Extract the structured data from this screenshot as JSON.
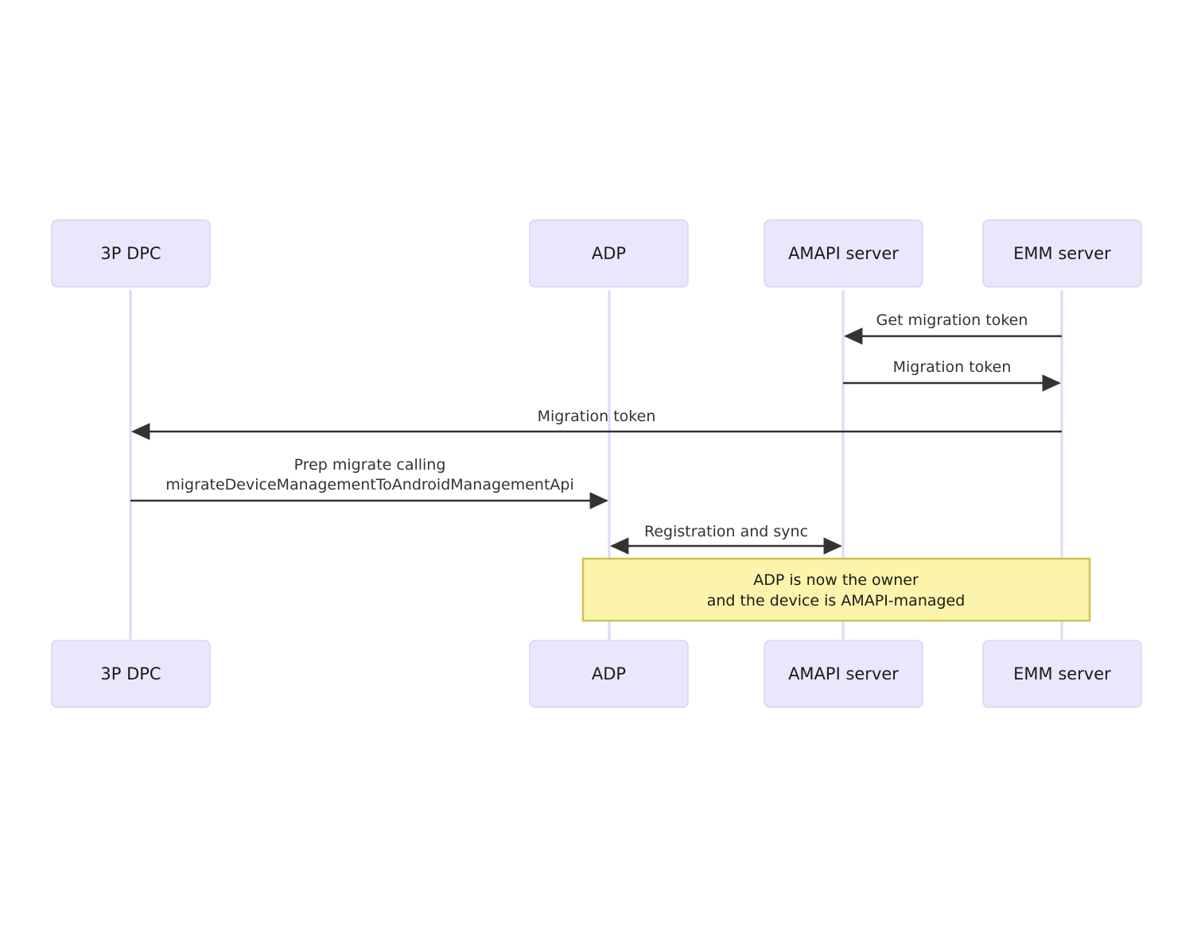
{
  "diagram": {
    "type": "sequence-diagram",
    "background_color": "#ffffff",
    "participant_fill": "#e9e7fb",
    "participant_stroke": "#d9d4f2",
    "lifeline_color": "#ded9f5",
    "message_color": "#333333",
    "note_fill": "#fdf4ab",
    "note_stroke": "#ccc34f",
    "participants": [
      {
        "id": "dpc",
        "label": "3P DPC"
      },
      {
        "id": "adp",
        "label": "ADP"
      },
      {
        "id": "amapi",
        "label": "AMAPI server"
      },
      {
        "id": "emm",
        "label": "EMM server"
      }
    ],
    "participants_bottom": [
      {
        "id": "dpc",
        "label": "3P DPC"
      },
      {
        "id": "adp",
        "label": "ADP"
      },
      {
        "id": "amapi",
        "label": "AMAPI server"
      },
      {
        "id": "emm",
        "label": "EMM server"
      }
    ],
    "messages": [
      {
        "id": "msg-get-migration-token",
        "from": "emm",
        "to": "amapi",
        "direction": "right-to-left",
        "lines": [
          "Get migration token"
        ]
      },
      {
        "id": "msg-migration-token-amapi-emm",
        "from": "amapi",
        "to": "emm",
        "direction": "left-to-right",
        "lines": [
          "Migration token"
        ]
      },
      {
        "id": "msg-migration-token-emm-dpc",
        "from": "emm",
        "to": "dpc",
        "direction": "right-to-left",
        "lines": [
          "Migration token"
        ]
      },
      {
        "id": "msg-prep-migrate",
        "from": "dpc",
        "to": "adp",
        "direction": "left-to-right",
        "lines": [
          "Prep migrate calling",
          "migrateDeviceManagementToAndroidManagementApi"
        ]
      },
      {
        "id": "msg-registration-and-sync",
        "from": "adp",
        "to": "amapi",
        "direction": "bidirectional",
        "lines": [
          "Registration and sync"
        ]
      }
    ],
    "notes": [
      {
        "id": "note-adp-owner",
        "lines": [
          "ADP is now the owner",
          "and the device is AMAPI-managed"
        ]
      }
    ]
  }
}
